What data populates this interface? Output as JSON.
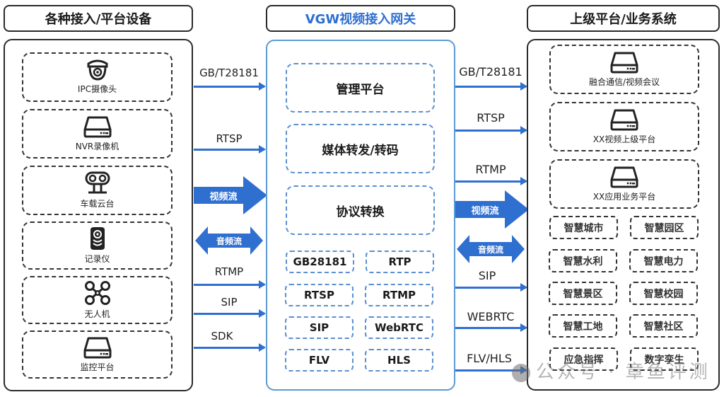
{
  "left": {
    "title": "各种接入/平台设备",
    "devices": [
      {
        "label": "IPC摄像头",
        "icon": "dome-camera-icon"
      },
      {
        "label": "NVR录像机",
        "icon": "nvr-device-icon"
      },
      {
        "label": "车载云台",
        "icon": "vehicle-gimbal-icon"
      },
      {
        "label": "记录仪",
        "icon": "recorder-icon"
      },
      {
        "label": "无人机",
        "icon": "drone-icon"
      },
      {
        "label": "监控平台",
        "icon": "server-device-icon"
      }
    ]
  },
  "center": {
    "title": "VGW视频接入网关",
    "modules": [
      "管理平台",
      "媒体转发/转码",
      "协议转换"
    ],
    "protocols": [
      "GB28181",
      "RTP",
      "RTSP",
      "RTMP",
      "SIP",
      "WebRTC",
      "FLV",
      "HLS"
    ]
  },
  "right": {
    "title": "上级平台/业务系统",
    "platforms": [
      {
        "label": "融合通信/视频会议",
        "icon": "server-device-icon"
      },
      {
        "label": "XX视频上级平台",
        "icon": "server-device-icon"
      },
      {
        "label": "XX应用业务平台",
        "icon": "server-device-icon"
      }
    ],
    "applications": [
      "智慧城市",
      "智慧园区",
      "智慧水利",
      "智慧电力",
      "智慧景区",
      "智慧校园",
      "智慧工地",
      "智慧社区",
      "应急指挥",
      "数字孪生"
    ]
  },
  "left_links": {
    "gbt": "GB/T28181",
    "rtsp": "RTSP",
    "video_stream": "视频流",
    "audio_stream": "音频流",
    "rtmp": "RTMP",
    "sip": "SIP",
    "sdk": "SDK"
  },
  "right_links": {
    "gbt": "GB/T28181",
    "rtsp": "RTSP",
    "rtmp": "RTMP",
    "video_stream": "视频流",
    "audio_stream": "音频流",
    "sip": "SIP",
    "webrtc": "WEBRTC",
    "flvhls": "FLV/HLS"
  },
  "watermark": "公众号 · 章鱼评测",
  "colors": {
    "accent": "#2f6fd0",
    "panel_blue": "#5b9bd5",
    "ink": "#2a2a2a"
  }
}
